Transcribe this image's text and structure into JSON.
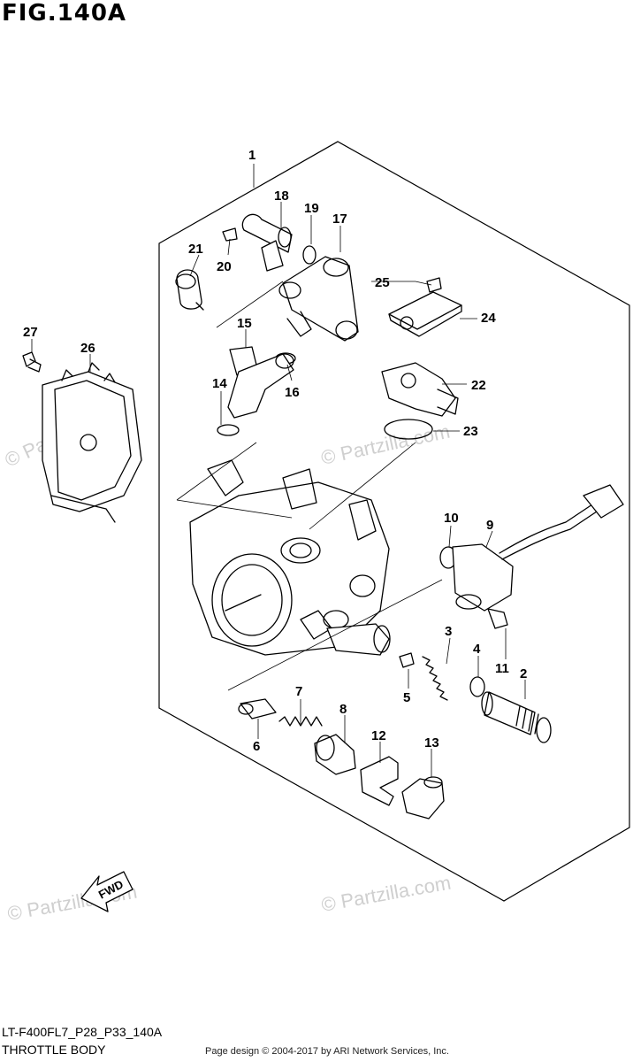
{
  "figure": {
    "title": "FIG.140A",
    "code": "LT-F400FL7_P28_P33_140A",
    "name": "THROTTLE BODY",
    "credit": "Page design © 2004-2017 by ARI Network Services, Inc.",
    "watermark": "© Partzilla.com",
    "fwd_label": "FWD"
  },
  "callouts": {
    "c1": "1",
    "c2": "2",
    "c3": "3",
    "c4": "4",
    "c5": "5",
    "c6": "6",
    "c7": "7",
    "c8": "8",
    "c9": "9",
    "c10": "10",
    "c11": "11",
    "c12": "12",
    "c13": "13",
    "c14": "14",
    "c15": "15",
    "c16": "16",
    "c17": "17",
    "c18": "18",
    "c19": "19",
    "c20": "20",
    "c21": "21",
    "c22": "22",
    "c23": "23",
    "c24": "24",
    "c25": "25",
    "c26": "26",
    "c27": "27"
  }
}
